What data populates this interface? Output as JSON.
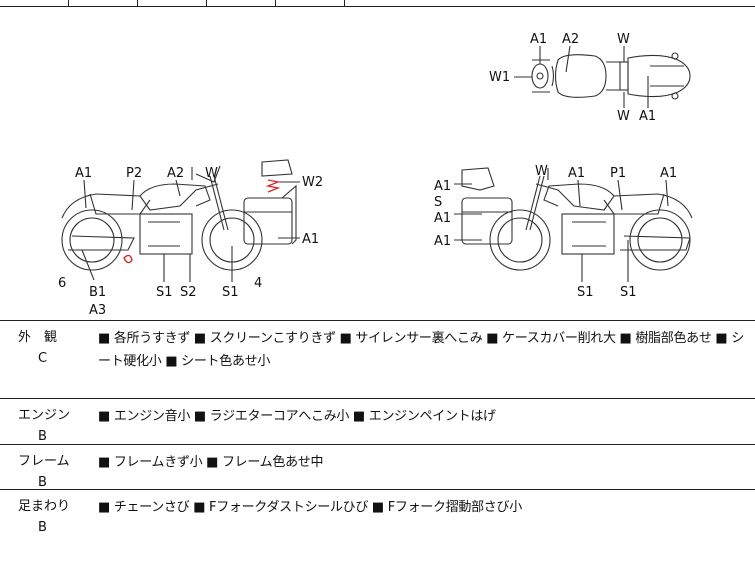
{
  "diagram": {
    "top_view": {
      "labels": [
        "A1",
        "A2",
        "W",
        "W1",
        "W",
        "A1"
      ]
    },
    "left_view": {
      "labels": [
        "A1",
        "P2",
        "A2",
        "W",
        "W2",
        "A1",
        "6",
        "B1",
        "A3",
        "S1",
        "S2",
        "S1",
        "4"
      ]
    },
    "right_view": {
      "labels": [
        "W",
        "A1",
        "P1",
        "A1",
        "A1",
        "S",
        "A1",
        "A1",
        "S1",
        "S1"
      ]
    },
    "colors": {
      "line": "#333333",
      "mark": "#d62a2a"
    }
  },
  "sections": [
    {
      "label": "外　観",
      "grade": "C",
      "text": "■ 各所うすきず ■ スクリーンこすりきず ■ サイレンサー裏へこみ ■ ケースカバー削れ大 ■ 樹脂部色あせ ■ シート硬化小 ■ シート色あせ小"
    },
    {
      "label": "エンジン",
      "grade": "B",
      "text": "■ エンジン音小 ■ ラジエターコアへこみ小 ■ エンジンペイントはげ"
    },
    {
      "label": "フレーム",
      "grade": "B",
      "text": "■ フレームきず小 ■ フレーム色あせ中"
    },
    {
      "label": "足まわり",
      "grade": "B",
      "text": "■ チェーンさび ■ Fフォークダストシールひび ■ Fフォーク摺動部さび小"
    }
  ]
}
